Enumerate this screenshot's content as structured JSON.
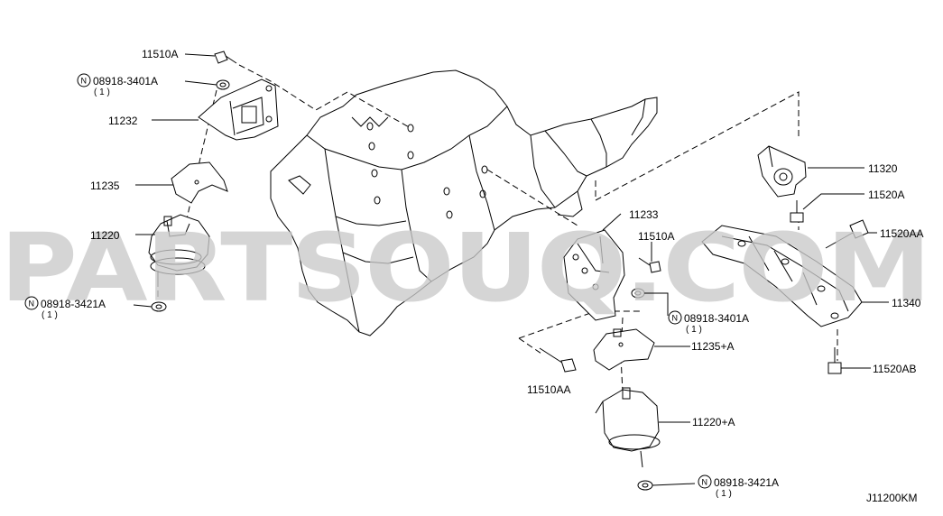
{
  "watermark": "PARTSOUQ.COM",
  "diagram_code": "J11200KM",
  "nut_symbol": "N",
  "callouts": {
    "p11510A_top": "11510A",
    "p08918_3401A_top": "08918-3401A",
    "p08918_3401A_top_qty": "( 1 )",
    "p11232": "11232",
    "p11235": "11235",
    "p11220": "11220",
    "p08918_3421A_left": "08918-3421A",
    "p08918_3421A_left_qty": "( 1 )",
    "p11233": "11233",
    "p11510A_mid": "11510A",
    "p08918_3401A_mid": "08918-3401A",
    "p08918_3401A_mid_qty": "( 1 )",
    "p11235A": "11235+A",
    "p11510AA_bottom": "11510AA",
    "p11220A": "11220+A",
    "p08918_3421A_bottom": "08918-3421A",
    "p08918_3421A_bottom_qty": "( 1 )",
    "p11320": "11320",
    "p11520A": "11520A",
    "p11520AA": "11520AA",
    "p11340": "11340",
    "p11520AB": "11520AB"
  }
}
